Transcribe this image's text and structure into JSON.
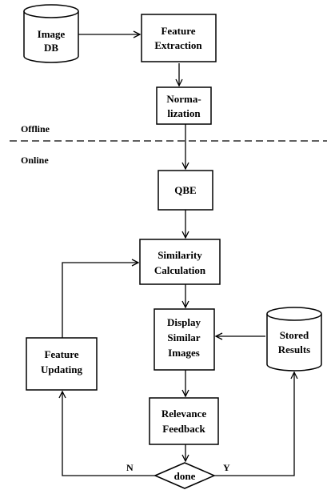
{
  "nodes": {
    "image_db": [
      "Image",
      "DB"
    ],
    "feature_extraction": [
      "Feature",
      "Extraction"
    ],
    "normalization": [
      "Norma-",
      "lization"
    ],
    "qbe": [
      "QBE"
    ],
    "similarity_calculation": [
      "Similarity",
      "Calculation"
    ],
    "display_similar_images": [
      "Display",
      "Similar",
      "Images"
    ],
    "stored_results": [
      "Stored",
      "Results"
    ],
    "feature_updating": [
      "Feature",
      "Updating"
    ],
    "relevance_feedback": [
      "Relevance",
      "Feedback"
    ],
    "done": [
      "done"
    ]
  },
  "regions": {
    "offline": "Offline",
    "online": "Online"
  },
  "branches": {
    "no": "N",
    "yes": "Y"
  }
}
